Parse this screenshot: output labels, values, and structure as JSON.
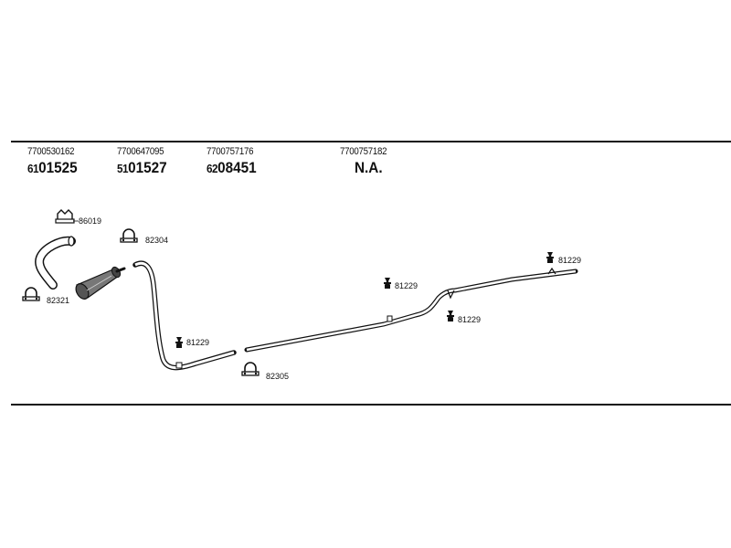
{
  "header_parts": [
    {
      "oem": "7700530162",
      "prefix": "61",
      "number": "01525"
    },
    {
      "oem": "7700647095",
      "prefix": "51",
      "number": "01527"
    },
    {
      "oem": "7700757176",
      "prefix": "62",
      "number": "08451"
    },
    {
      "oem": "7700757182",
      "prefix": "",
      "number": "N.A."
    }
  ],
  "callouts": {
    "flange_gasket": "86019",
    "front_clamp": "82304",
    "cat_clamp": "82321",
    "rear_clamp": "82305",
    "hanger_front": "81229",
    "hanger_mid_upper": "81229",
    "hanger_mid_lower": "81229",
    "hanger_rear": "81229"
  }
}
